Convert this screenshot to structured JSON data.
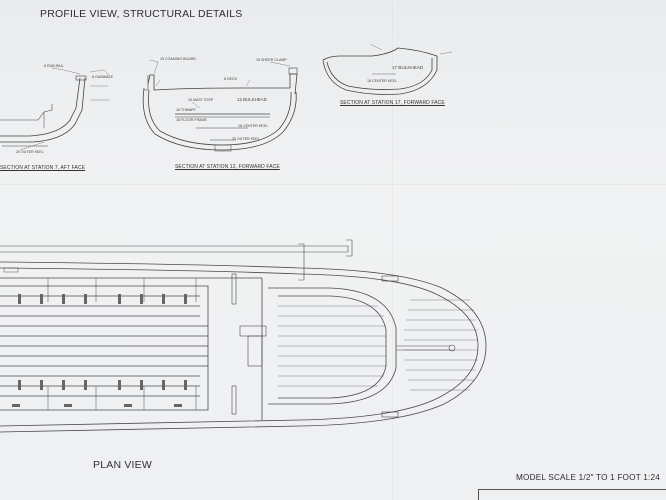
{
  "titles": {
    "profile_view": "PROFILE VIEW, STRUCTURAL DETAILS",
    "plan_view": "PLAN VIEW",
    "model_scale": "MODEL SCALE 1/2\" TO 1 FOOT   1:24"
  },
  "captions": {
    "station_7": "SECTION AT STATION 7, AFT FACE",
    "station_12": "SECTION AT STATION 12, FORWARD FACE",
    "station_17": "SECTION AT STATION 17, FORWARD FACE"
  },
  "labels": {
    "bulkhead_12": "12 BULKHEAD",
    "bulkhead_17": "17 BULKHEAD",
    "centerline_17": "18 CENTER KEEL",
    "keel_12": "18 CENTER KEEL",
    "keel_bottom_12": "20 OUTER KEEL",
    "bulkhead_12b": "12 BULKHEAD",
    "coaming_board": "15 COAMING BOARD",
    "sheer_clamp": "15 SHEER CLAMP",
    "rub_rail": "8 RUB RAIL",
    "gunwale": "8 GUNWALE",
    "mast_step": "10 MAST STEP",
    "thwart": "16 THWART",
    "floor_frame": "16 FLOOR FRAME",
    "deck": "8 DECK",
    "outer_keel_7": "20 OUTER KEEL"
  }
}
